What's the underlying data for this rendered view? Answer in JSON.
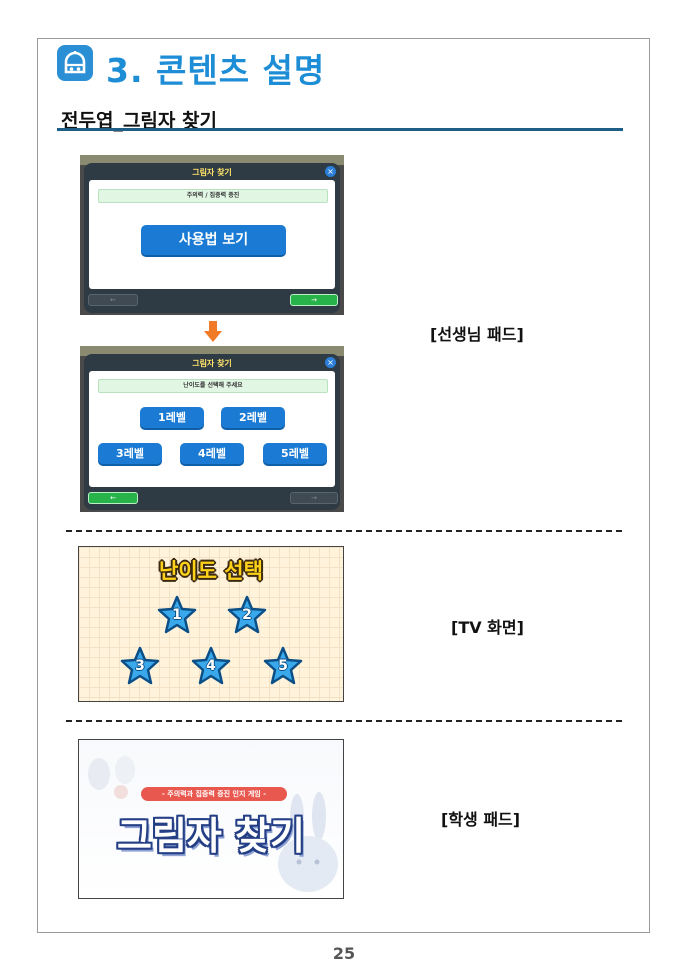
{
  "header": {
    "title": "3. 콘텐츠 설명",
    "icon": "robot-icon"
  },
  "section": {
    "subtitle": "전두엽_그림자 찾기"
  },
  "teacher_pad_1": {
    "panel_title": "그림자 찾기",
    "banner": "주의력 / 집중력 증진",
    "main_button": "사용법 보기",
    "prev": "←",
    "next": "→",
    "close": "×"
  },
  "teacher_pad_2": {
    "panel_title": "그림자 찾기",
    "banner": "난이도를 선택해 주세요",
    "levels": [
      "1레벨",
      "2레벨",
      "3레벨",
      "4레벨",
      "5레벨"
    ],
    "prev": "←",
    "next": "→",
    "close": "×"
  },
  "labels": {
    "teacher": "[선생님 패드]",
    "tv": "[TV 화면]",
    "student": "[학생 패드]"
  },
  "tv_screen": {
    "title": "난이도 선택",
    "stars": [
      "1",
      "2",
      "3",
      "4",
      "5"
    ]
  },
  "student_screen": {
    "subtitle": "- 주의력과 집중력 증진 인지 게임 -",
    "title": "그림자 찾기"
  },
  "page_number": "25",
  "colors": {
    "accent_blue": "#1d8ed6",
    "rule": "#1c5e86",
    "button_blue": "#1b7bd4",
    "green": "#28b34a",
    "arrow_orange": "#f07a26"
  }
}
